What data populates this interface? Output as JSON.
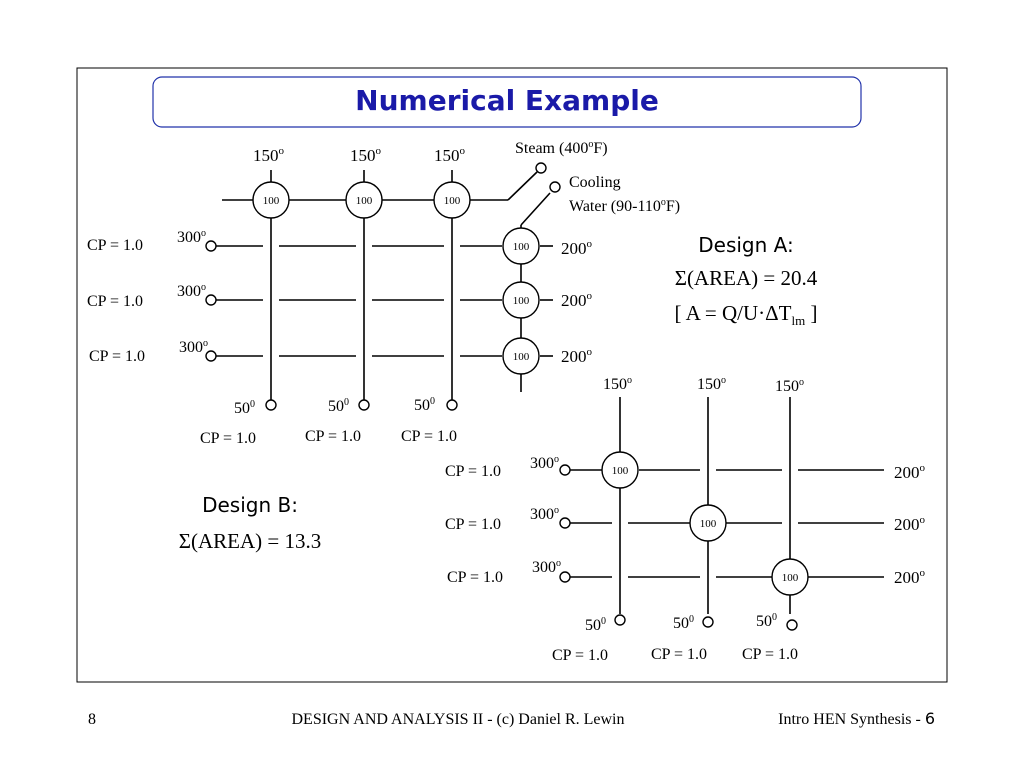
{
  "title": "Numerical Example",
  "steam_label": "Steam (400",
  "steam_suffix": "F)",
  "cooling_line1": "Cooling",
  "cooling_line2": "Water (90-110",
  "cooling_suffix": "F)",
  "deg_sup": "o",
  "zero_sup": "0",
  "sub_lm": "lm",
  "designA": {
    "heading": "Design A:",
    "area": "Σ(AREA) = 20.4",
    "formula_start": "[ A = Q/U·ΔT",
    "formula_end": " ]",
    "col_temps": [
      "150",
      "150",
      "150"
    ],
    "row_cp": [
      "CP = 1.0",
      "CP = 1.0",
      "CP = 1.0"
    ],
    "row_hot_in": [
      "300",
      "300",
      "300"
    ],
    "row_hot_out": [
      "200",
      "200",
      "200"
    ],
    "exchanger_duties": [
      "100",
      "100",
      "100"
    ],
    "cooler_duties": [
      "100",
      "100",
      "100"
    ],
    "col_cold_in": [
      "50",
      "50",
      "50"
    ],
    "col_cp": [
      "CP = 1.0",
      "CP = 1.0",
      "CP = 1.0"
    ]
  },
  "designB": {
    "heading": "Design B:",
    "area": "Σ(AREA) = 13.3",
    "col_temps": [
      "150",
      "150",
      "150"
    ],
    "row_cp": [
      "CP = 1.0",
      "CP = 1.0",
      "CP = 1.0"
    ],
    "row_hot_in": [
      "300",
      "300",
      "300"
    ],
    "row_hot_out": [
      "200",
      "200",
      "200"
    ],
    "exchanger_duties": [
      "100",
      "100",
      "100"
    ],
    "col_cold_in": [
      "50",
      "50",
      "50"
    ],
    "col_cp": [
      "CP = 1.0",
      "CP = 1.0",
      "CP = 1.0"
    ]
  },
  "footer": {
    "page_number": "8",
    "center": "DESIGN AND ANALYSIS II - (c) Daniel R. Lewin",
    "right_prefix": "Intro HEN Synthesis - ",
    "right_number": "6"
  }
}
